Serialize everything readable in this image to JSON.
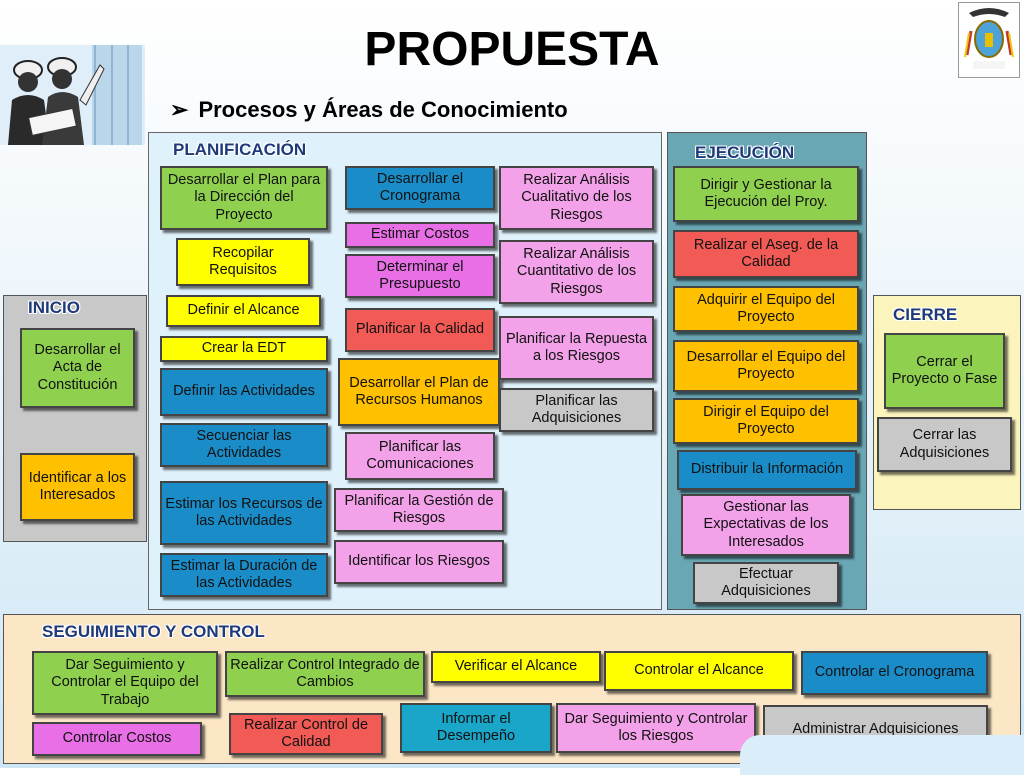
{
  "title": "PROPUESTA",
  "subtitle": "Procesos y Áreas de Conocimiento",
  "sections": {
    "inicio": "INICIO",
    "planificacion": "PLANIFICACIÓN",
    "ejecucion": "EJECUCIÓN",
    "cierre": "CIERRE",
    "seguimiento": "SEGUIMIENTO Y CONTROL"
  },
  "inicio": [
    "Desarrollar el Acta de Constitución",
    "Identificar a los Interesados"
  ],
  "planificacion": {
    "col1": [
      "Desarrollar el Plan para la Dirección del Proyecto",
      "Recopilar Requisitos",
      "Definir el Alcance",
      "Crear la EDT",
      "Definir las Actividades",
      "Secuenciar las Actividades",
      "Estimar los Recursos de las Actividades",
      "Estimar la Duración de las Actividades"
    ],
    "col2": [
      "Desarrollar el Cronograma",
      "Estimar Costos",
      "Determinar el Presupuesto",
      "Planificar la Calidad",
      "Desarrollar el Plan de Recursos Humanos",
      "Planificar las Comunicaciones",
      "Planificar la Gestión de Riesgos",
      "Identificar los Riesgos"
    ],
    "col3": [
      "Realizar Análisis Cualitativo de los Riesgos",
      "Realizar Análisis Cuantitativo de los Riesgos",
      "Planificar la Repuesta a los Riesgos",
      "Planificar las Adquisiciones"
    ]
  },
  "ejecucion": [
    "Dirigir y Gestionar la Ejecución del Proy.",
    "Realizar el Aseg. de la Calidad",
    "Adquirir el Equipo del Proyecto",
    "Desarrollar el Equipo del Proyecto",
    "Dirigir el Equipo del Proyecto",
    "Distribuir la Información",
    "Gestionar las Expectativas de los Interesados",
    "Efectuar Adquisiciones"
  ],
  "cierre": [
    "Cerrar el Proyecto o Fase",
    "Cerrar las Adquisiciones"
  ],
  "seguimiento": [
    "Dar Seguimiento y Controlar el Equipo del Trabajo",
    "Realizar Control Integrado de Cambios",
    "Verificar el Alcance",
    "Controlar el Alcance",
    "Controlar el Cronograma",
    "Controlar Costos",
    "Realizar Control de Calidad",
    "Informar el Desempeño",
    "Dar Seguimiento y Controlar los Riesgos",
    "Administrar Adquisiciones"
  ],
  "icons": {
    "workers": "construction-workers-icon",
    "emblem": "ecuador-emblem-icon",
    "bullet": "arrow-bullet-icon"
  }
}
